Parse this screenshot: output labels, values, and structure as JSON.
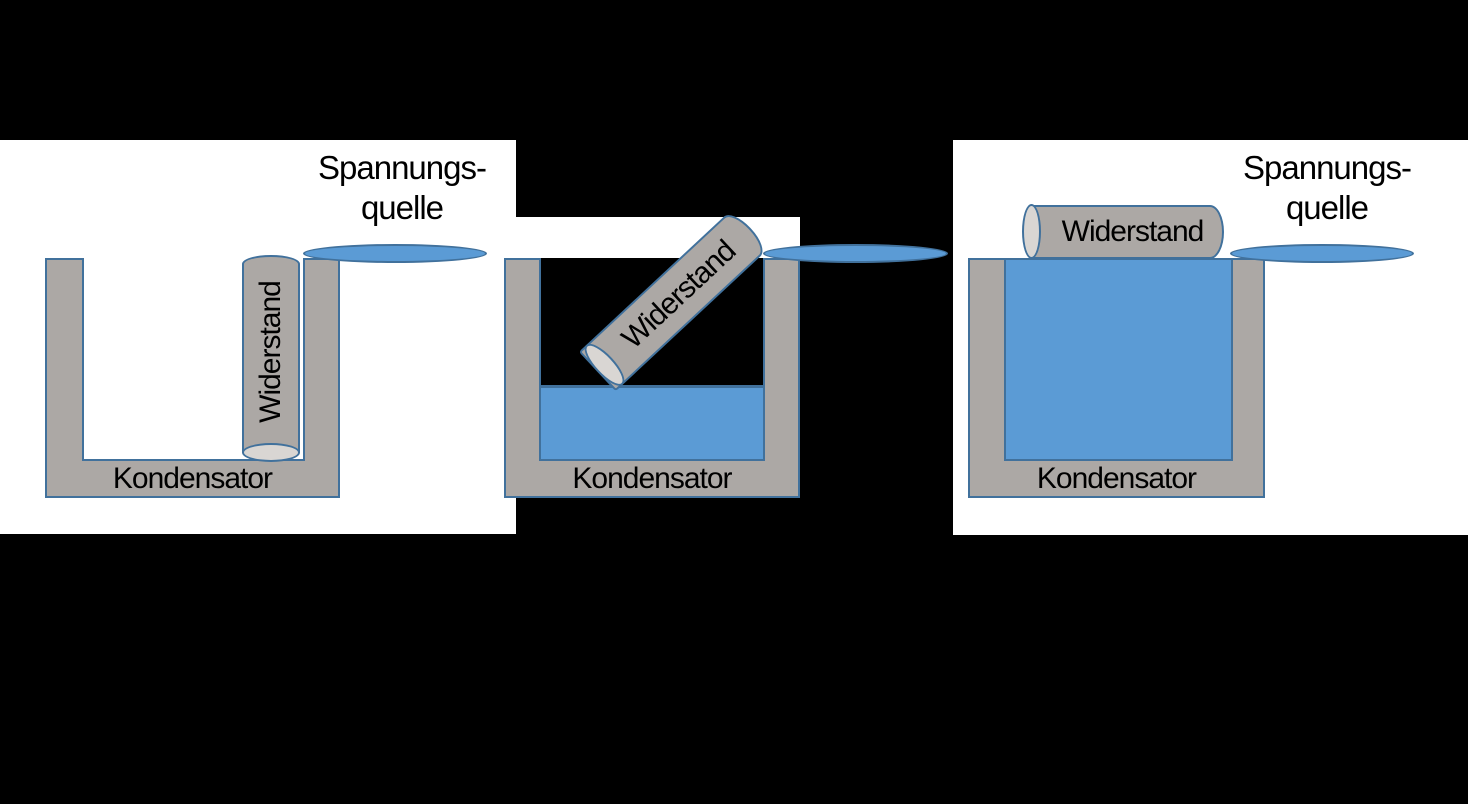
{
  "figure": {
    "description_colors": {
      "background": "#000000",
      "panel_background": "#FFFFFF",
      "vessel_gray": "#ACA8A5",
      "endcap_gray": "#D9D6D3",
      "water_blue": "#5B9BD5",
      "outline_blue": "#41719C",
      "text": "#000000"
    },
    "panels": [
      {
        "water_level": "empty",
        "resistor_label": "Widerstand",
        "capacitor_label": "Kondensator",
        "source_label_line1": "Spannungs-",
        "source_label_line2": "quelle"
      },
      {
        "water_level": "partial",
        "resistor_label": "Widerstand",
        "capacitor_label": "Kondensator"
      },
      {
        "water_level": "full",
        "resistor_label": "Widerstand",
        "capacitor_label": "Kondensator",
        "source_label_line1": "Spannungs-",
        "source_label_line2": "quelle"
      }
    ]
  }
}
